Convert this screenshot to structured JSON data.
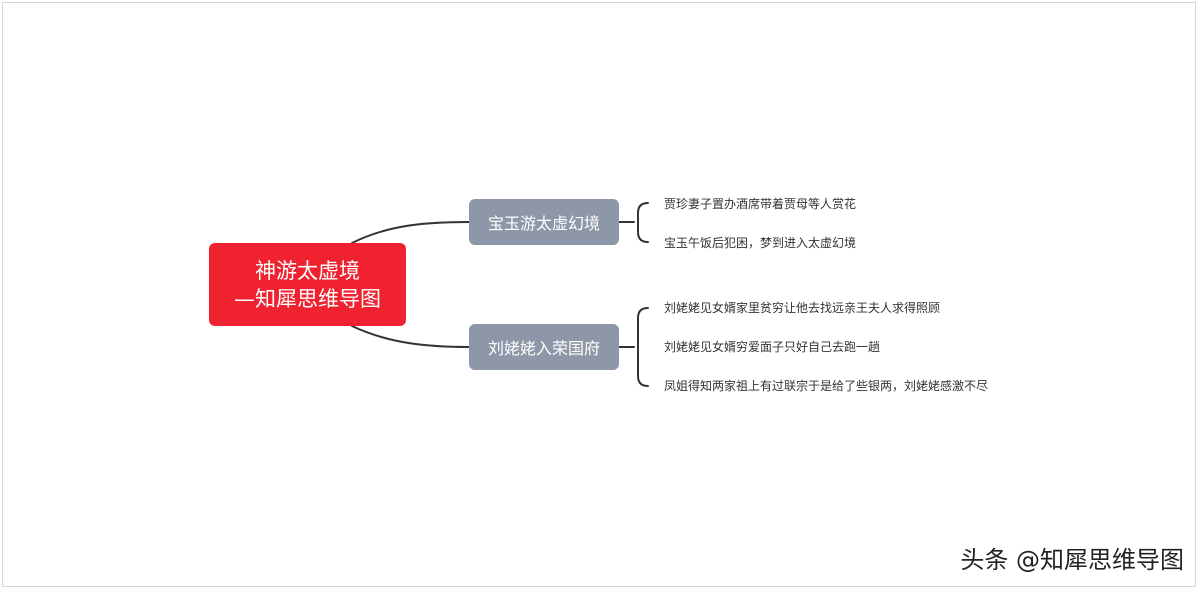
{
  "mindmap": {
    "root": {
      "line1": "神游太虚境",
      "line2": "—知犀思维导图"
    },
    "topics": [
      {
        "label": "宝玉游太虚幻境",
        "leaves": [
          "贾珍妻子置办酒席带着贾母等人赏花",
          "宝玉午饭后犯困，梦到进入太虚幻境"
        ]
      },
      {
        "label": "刘姥姥入荣国府",
        "leaves": [
          "刘姥姥见女婿家里贫穷让他去找远亲王夫人求得照顾",
          "刘姥姥见女婿穷爱面子只好自己去跑一趟",
          "凤姐得知两家祖上有过联宗于是给了些银两，刘姥姥感激不尽"
        ]
      }
    ]
  },
  "watermark": "头条 @知犀思维导图",
  "colors": {
    "root": "#f02230",
    "topic": "#8e97a8",
    "connector": "#333333"
  }
}
